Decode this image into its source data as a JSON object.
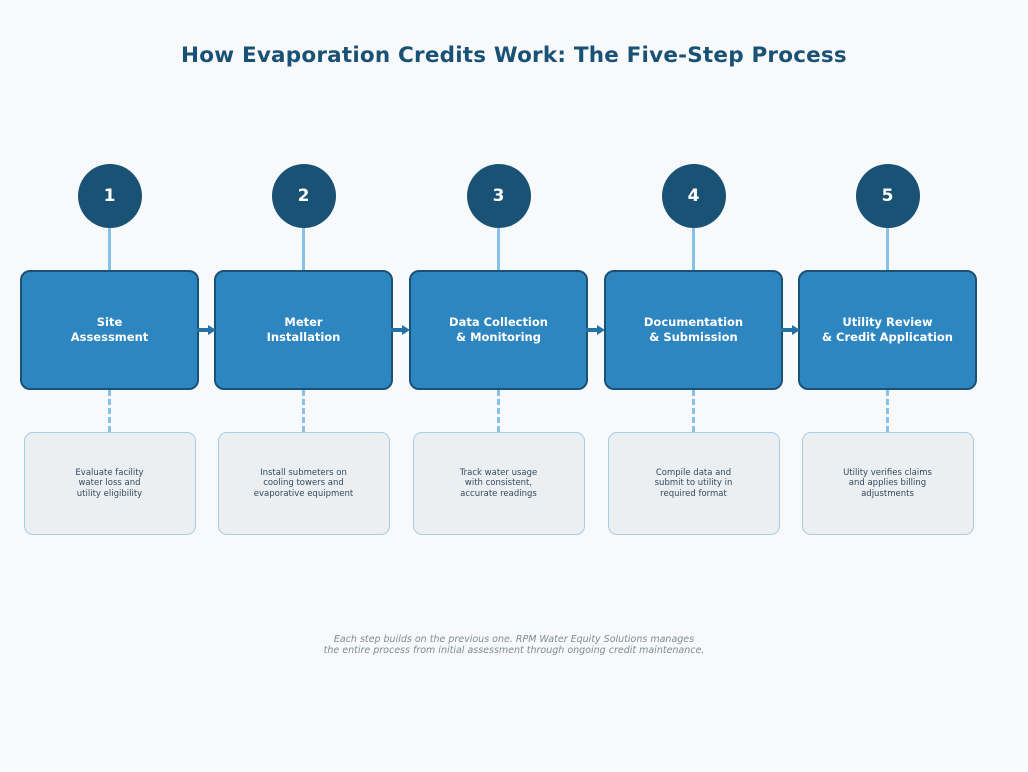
{
  "title": "How Evaporation Credits Work: The Five-Step Process",
  "colors": {
    "background": "#f7f9fb",
    "circle_fill": "#1a5276",
    "box_fill": "#2e86c1",
    "box_border": "#1a5276",
    "connector_light": "#85c1e9",
    "arrow": "#2471a3",
    "desc_box_fill": "#ebeff2",
    "desc_box_border": "#a9cce3",
    "desc_text": "#34495e",
    "title_text": "#1a5276",
    "footer_text": "#7f8c8d"
  },
  "steps": [
    {
      "number": "1",
      "title": "Site\nAssessment",
      "description": "Evaluate facility\nwater loss and\nutility eligibility"
    },
    {
      "number": "2",
      "title": "Meter\nInstallation",
      "description": "Install submeters on\ncooling towers and\nevaporative equipment"
    },
    {
      "number": "3",
      "title": "Data Collection\n& Monitoring",
      "description": "Track water usage\nwith consistent,\naccurate readings"
    },
    {
      "number": "4",
      "title": "Documentation\n& Submission",
      "description": "Compile data and\nsubmit to utility in\nrequired format"
    },
    {
      "number": "5",
      "title": "Utility Review\n& Credit Application",
      "description": "Utility verifies claims\nand applies billing\nadjustments"
    }
  ],
  "footer": {
    "text": "Each step builds on the previous one. RPM Water Equity Solutions manages\nthe entire process from initial assessment through ongoing credit maintenance."
  }
}
